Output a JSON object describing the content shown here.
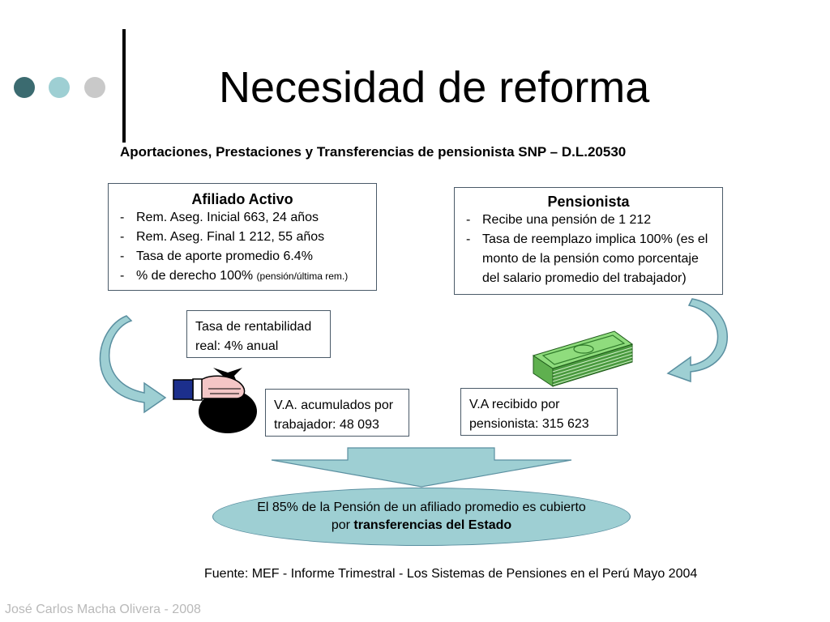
{
  "slide": {
    "title": "Necesidad de reforma",
    "subtitle": "Aportaciones, Prestaciones y Transferencias de pensionista SNP – D.L.20530",
    "dot_colors": [
      "#3b6b70",
      "#9ecfd3",
      "#c9c9c9"
    ]
  },
  "afiliado": {
    "heading": "Afiliado Activo",
    "items": [
      {
        "text": "Rem. Aseg. Inicial 663, 24 años"
      },
      {
        "text": "Rem. Aseg. Final  1 212, 55 años"
      },
      {
        "text": "Tasa de aporte promedio 6.4%"
      },
      {
        "text": "% de derecho 100% ",
        "small": "(pensión/última rem.)"
      }
    ]
  },
  "pensionista": {
    "heading": "Pensionista",
    "items": [
      {
        "text": "Recibe una pensión de 1 212"
      },
      {
        "text": "Tasa de reemplazo implica 100% (es el monto de la pensión como porcentaje del salario promedio del trabajador)"
      }
    ]
  },
  "tasa_rentabilidad": "Tasa de rentabilidad real: 4% anual",
  "va_acumulados": "V.A. acumulados por trabajador: 48 093",
  "va_recibido": "V.A recibido por pensionista: 315 623",
  "conclusion": {
    "text_before": "El 85% de la Pensión de un afiliado promedio es cubierto por ",
    "text_bold": "transferencias del Estado"
  },
  "fuente": "Fuente: MEF - Informe Trimestral - Los Sistemas de Pensiones en el Perú Mayo 2004",
  "footer": "José Carlos Macha Olivera - 2008",
  "colors": {
    "arrow_fill": "#9ecfd3",
    "arrow_stroke": "#5a8fa0",
    "money_green": "#7fcf6f",
    "money_dark": "#2f7a2a"
  }
}
